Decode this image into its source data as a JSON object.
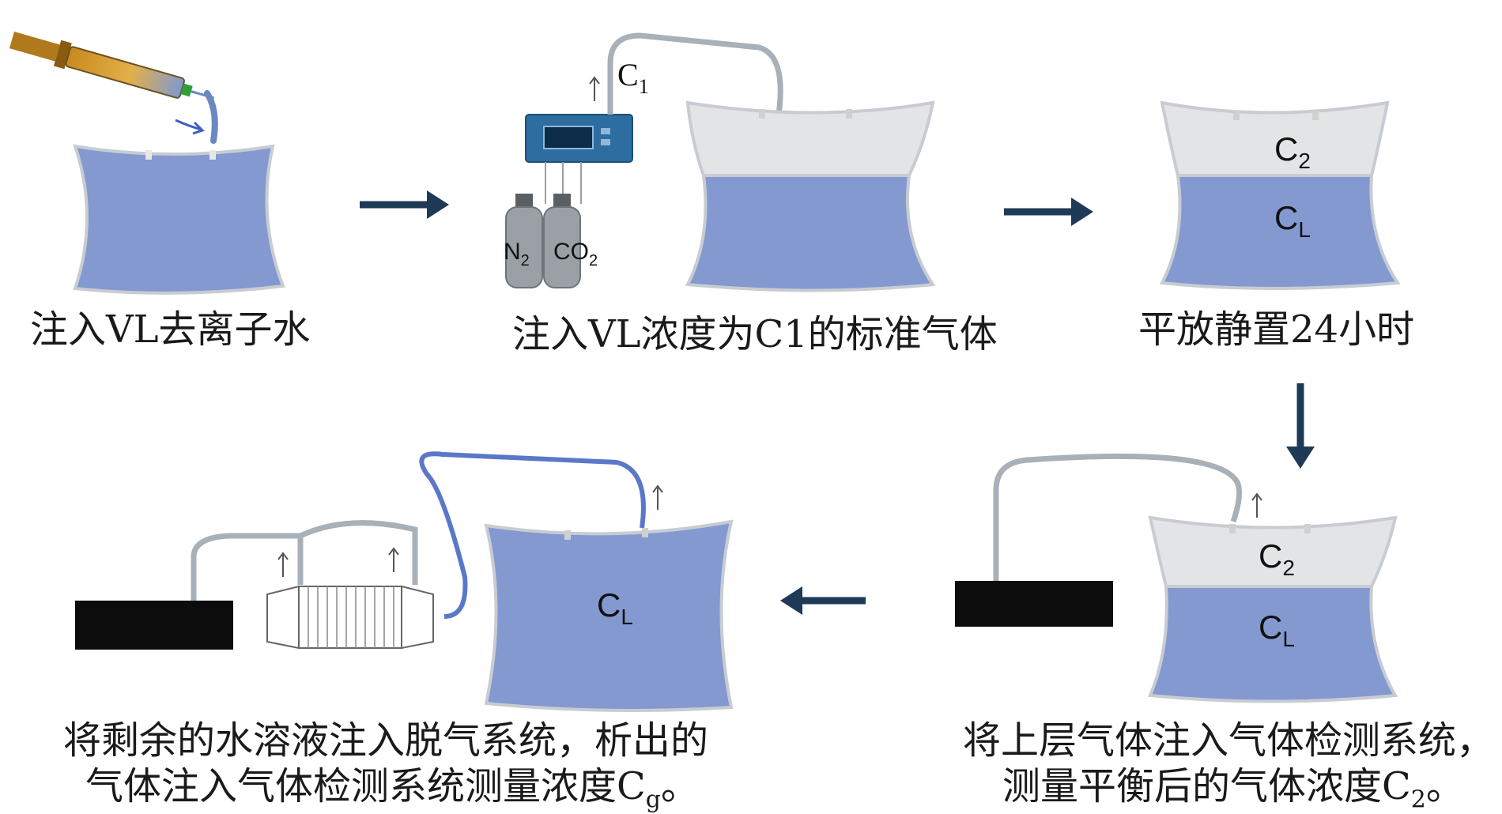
{
  "colors": {
    "water": "#8399d0",
    "gas": "#e3e4e5",
    "bag_edge": "#c8ccd2",
    "arrow": "#1e3a56",
    "device": "#0c0c0c",
    "analyzer": "#2e6da0",
    "tube": "#a8b0b8",
    "blue_tube": "#5a78c8",
    "cylinder": "#9aa0a6"
  },
  "steps": [
    {
      "caption": "注入VL去离子水"
    },
    {
      "caption": "注入VL浓度为C1的标准气体",
      "gas_label": "C",
      "gas_sub": "1",
      "cyl1": "N",
      "cyl1_sub": "2",
      "cyl2": "CO",
      "cyl2_sub": "2"
    },
    {
      "caption": "平放静置24小时",
      "top_label": "C",
      "top_sub": "2",
      "bottom_label": "C",
      "bottom_sub": "L"
    },
    {
      "caption_line1": "将上层气体注入气体检测系统，",
      "caption_line2_main": "测量平衡后的气体浓度C",
      "caption_line2_sub": "2",
      "caption_line2_end": "。",
      "top_label": "C",
      "top_sub": "2",
      "bottom_label": "C",
      "bottom_sub": "L"
    },
    {
      "caption_line1": "将剩余的水溶液注入脱气系统，析出的",
      "caption_line2_main": "气体注入气体检测系统测量浓度C",
      "caption_line2_sub": "g",
      "caption_line2_end": "。",
      "bag_label": "C",
      "bag_sub": "L"
    }
  ]
}
